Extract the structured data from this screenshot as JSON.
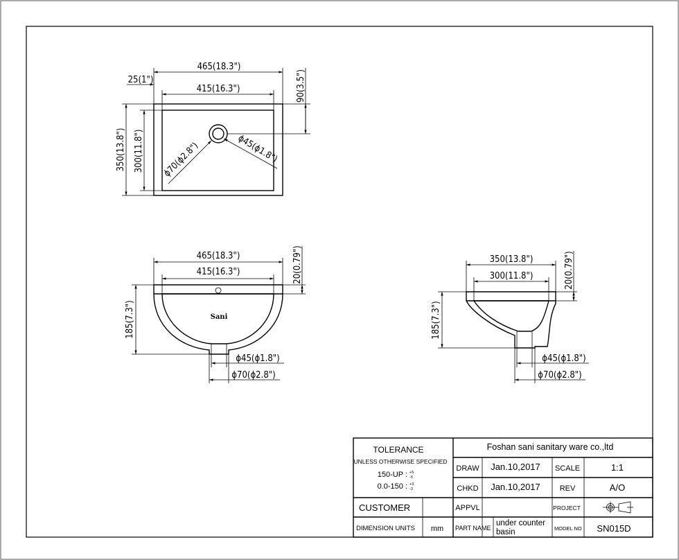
{
  "dimensions": {
    "top_view": {
      "overall_width": "465(18.3\")",
      "inner_width": "415(16.3\")",
      "rim": "25(1\")",
      "drain_offset": "90(3.5\")",
      "overall_depth": "350(13.8\")",
      "inner_depth": "300(11.8\")",
      "drain_outer": "ϕ70(ϕ2.8\")",
      "drain_inner": "ϕ45(ϕ1.8\")"
    },
    "front_view": {
      "overall_width": "465(18.3\")",
      "inner_width": "415(16.3\")",
      "rim_height": "20(0.79\")",
      "height": "185(7.3\")",
      "drain_inner": "ϕ45(ϕ1.8\")",
      "drain_outer": "ϕ70(ϕ2.8\")",
      "logo": "Sani"
    },
    "side_view": {
      "overall_width": "350(13.8\")",
      "inner_width": "300(11.8\")",
      "rim_height": "20(0.79\")",
      "height": "185(7.3\")",
      "drain_inner": "ϕ45(ϕ1.8\")",
      "drain_outer": "ϕ70(ϕ2.8\")"
    }
  },
  "title_block": {
    "tolerance_label": "TOLERANCE",
    "unless_label": "UNLESS OTHERWISE SPECIFIED",
    "tol_line1": "150-UP :",
    "tol_line1_sup": "+5",
    "tol_line1_sub": "-5",
    "tol_line2": "0.0-150 :",
    "tol_line2_sup": "+3",
    "tol_line2_sub": "-3",
    "company": "Foshan sani sanitary ware co.,ltd",
    "draw_label": "DRAW",
    "draw_date": "Jan.10,2017",
    "scale_label": "SCALE",
    "scale_value": "1:1",
    "chkd_label": "CHKD",
    "chkd_date": "Jan.10,2017",
    "rev_label": "REV",
    "rev_value": "A/O",
    "customer_label": "CUSTOMER",
    "appvl_label": "APPVL",
    "project_label": "PROJECT",
    "dimension_units_label": "DIMENSION UNITS",
    "dimension_units_value": "mm",
    "part_name_label": "PART NAME",
    "part_name_value_line1": "under counter",
    "part_name_value_line2": "basin",
    "model_no_label": "MODEL NO",
    "model_no_value": "SN015D"
  }
}
